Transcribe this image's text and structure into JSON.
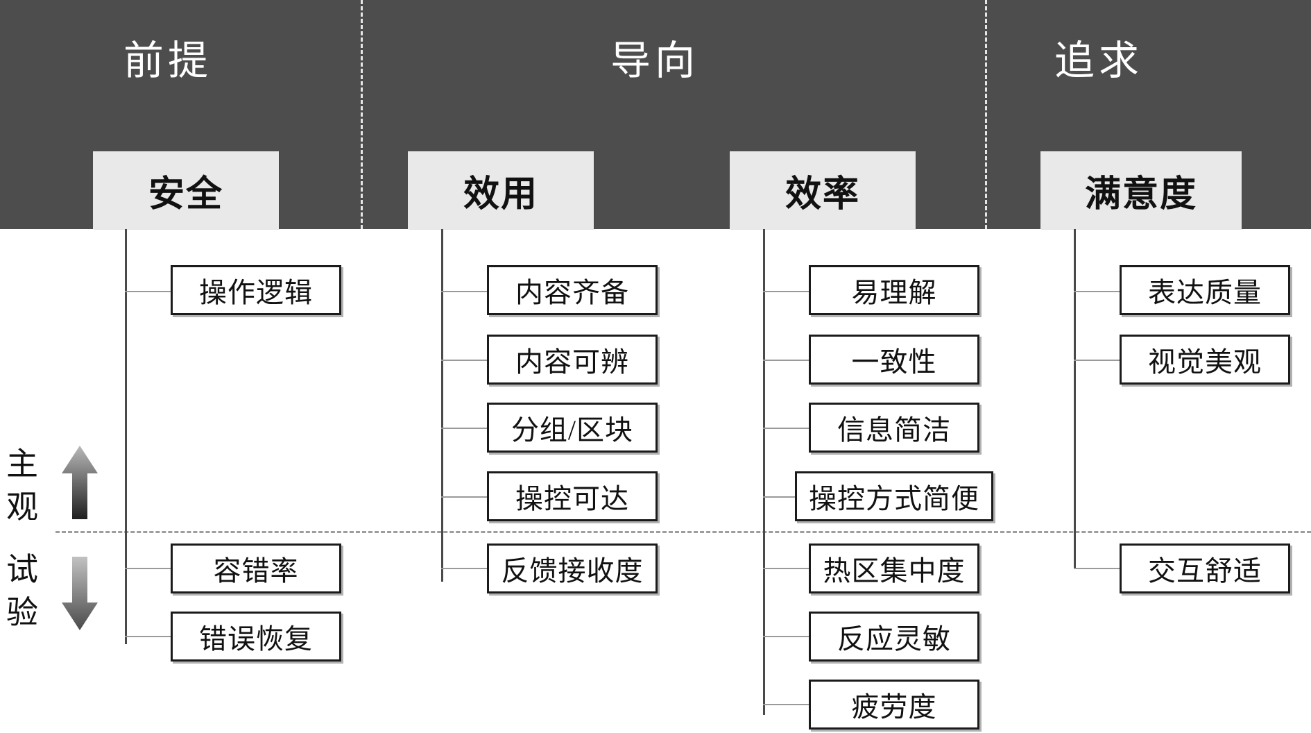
{
  "header": {
    "background_color": "#4d4d4d",
    "groups": [
      {
        "label": "前提"
      },
      {
        "label": "导向"
      },
      {
        "label": "追求"
      }
    ]
  },
  "axis": {
    "upper": {
      "label": "主观",
      "arrow": "arrow-up-icon"
    },
    "lower": {
      "label": "试验",
      "arrow": "arrow-down-icon"
    }
  },
  "columns": [
    {
      "title": "安全",
      "items_upper": [
        "操作逻辑"
      ],
      "items_lower": [
        "容错率",
        "错误恢复"
      ]
    },
    {
      "title": "效用",
      "items_upper": [
        "内容齐备",
        "内容可辨",
        "分组/区块",
        "操控可达"
      ],
      "items_lower": [
        "反馈接收度"
      ]
    },
    {
      "title": "效率",
      "items_upper": [
        "易理解",
        "一致性",
        "信息简洁",
        "操控方式简便"
      ],
      "items_lower": [
        "热区集中度",
        "反应灵敏",
        "疲劳度"
      ]
    },
    {
      "title": "满意度",
      "items_upper": [
        "表达质量",
        "视觉美观"
      ],
      "items_lower": [
        "交互舒适"
      ]
    }
  ],
  "colors": {
    "band": "#4d4d4d",
    "category_box": "#e9e9e9",
    "leaf_border": "#1b1b1b",
    "trunk": "#4a4a4a",
    "branch": "#9a9a9a",
    "divider": "#9d9d9d"
  }
}
